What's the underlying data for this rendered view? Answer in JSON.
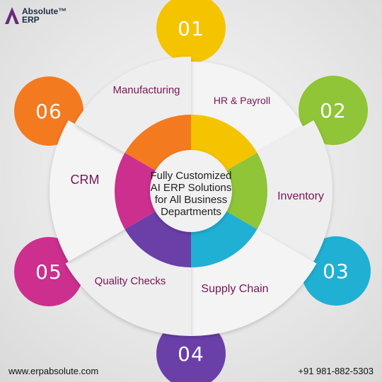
{
  "brand": {
    "name_line1": "Absolute™",
    "name_line2": "ERP"
  },
  "center": {
    "lines": [
      "Fully Customized",
      "AI ERP Solutions",
      "for All Business",
      "Departments"
    ]
  },
  "segments": [
    {
      "number": "01",
      "label": "HR & Payroll",
      "color": "#f5c400"
    },
    {
      "number": "02",
      "label": "Inventory",
      "color": "#8fc536"
    },
    {
      "number": "03",
      "label": "Supply Chain",
      "color": "#1fb0d3"
    },
    {
      "number": "04",
      "label": "Quality Checks",
      "color": "#6a3fa8"
    },
    {
      "number": "05",
      "label": "CRM",
      "color": "#cc2f8e"
    },
    {
      "number": "06",
      "label": "Manufacturing",
      "color": "#f47a20"
    }
  ],
  "footer": {
    "website": "www.erpabsolute.com",
    "phone": "+91 981-882-5303"
  },
  "colors": {
    "label_text": "#7a1456",
    "background": "#e8e8e8"
  }
}
